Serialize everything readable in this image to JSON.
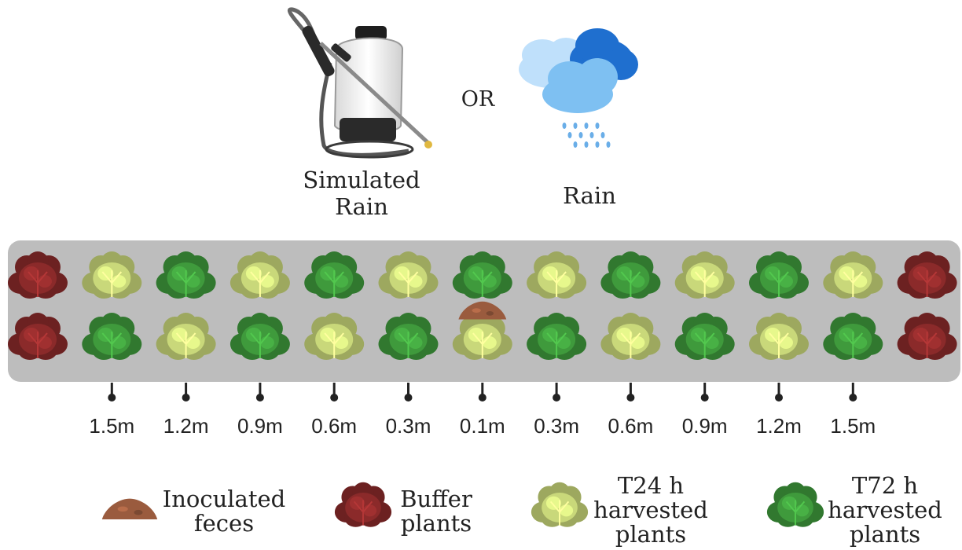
{
  "top": {
    "simulated_rain_label": "Simulated Rain",
    "or_label": "OR",
    "rain_label": "Rain"
  },
  "bed": {
    "row1": [
      "buffer",
      "t24",
      "t72",
      "t24",
      "t72",
      "t24",
      "t72",
      "t24",
      "t72",
      "t24",
      "t72",
      "t24",
      "buffer"
    ],
    "row2": [
      "buffer",
      "t72",
      "t24",
      "t72",
      "t24",
      "t72",
      "t24",
      "t72",
      "t24",
      "t72",
      "t24",
      "t72",
      "buffer"
    ],
    "feces_position_index": 6
  },
  "distances": [
    "1.5m",
    "1.2m",
    "0.9m",
    "0.6m",
    "0.3m",
    "0.1m",
    "0.3m",
    "0.6m",
    "0.9m",
    "1.2m",
    "1.5m"
  ],
  "legend": {
    "inoculated_feces": "Inoculated feces",
    "buffer_plants": "Buffer plants",
    "t24_plants": "T24 h harvested plants",
    "t72_plants": "T72 h harvested plants"
  },
  "colors": {
    "buffer": "#8b2a2a",
    "t24": "#c9d87a",
    "t72": "#3f9a3c",
    "bed": "#bdbdbd",
    "feces": "#9a5b3e"
  }
}
